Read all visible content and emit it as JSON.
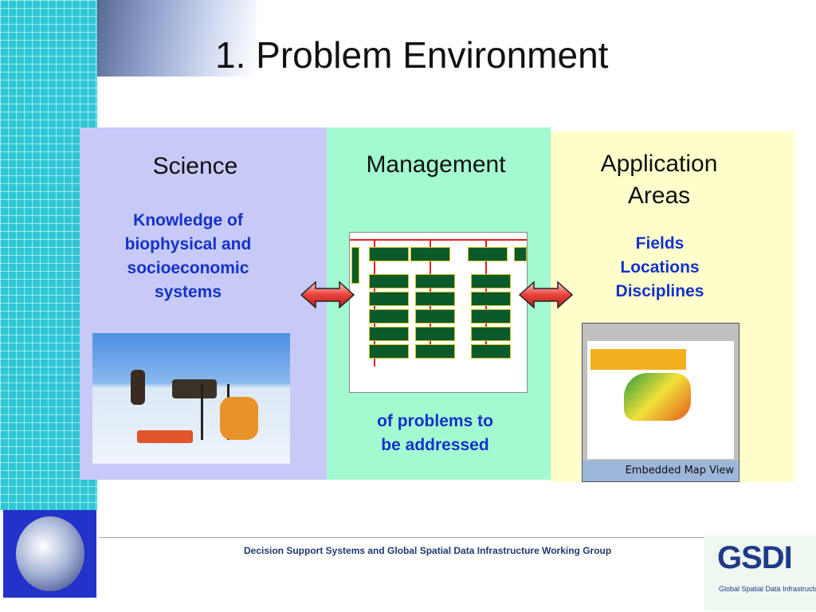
{
  "slide": {
    "title": "1. Problem Environment"
  },
  "columns": {
    "science": {
      "heading": "Science",
      "lines": [
        "Knowledge of",
        "biophysical and",
        "socioeconomic",
        "systems"
      ]
    },
    "management": {
      "heading": "Management",
      "lines": [
        "of problems to",
        "be addressed"
      ]
    },
    "application": {
      "heading_lines": [
        "Application",
        "Areas"
      ],
      "lines": [
        "Fields",
        "Locations",
        "Disciplines"
      ],
      "image_caption": "Embedded Map View"
    }
  },
  "footer": {
    "text": "Decision Support Systems and Global Spatial Data Infrastructure Working Group",
    "logo_text": "GSDI",
    "logo_subtext": "Global Spatial Data Infrastructure"
  },
  "colors": {
    "science_panel": "#c7c9f7",
    "management_panel": "#a4fad0",
    "application_panel": "#ffffcc",
    "accent_text": "#1432c8",
    "arrow": "#e8413a"
  }
}
